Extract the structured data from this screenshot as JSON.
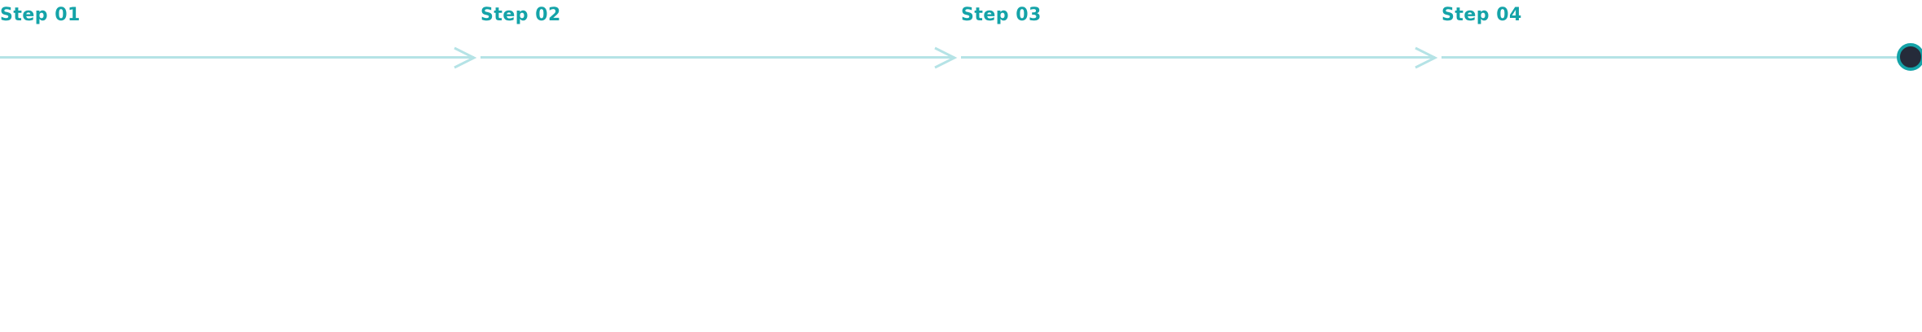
{
  "steps": [
    {
      "label": "Step 01"
    },
    {
      "label": "Step 02"
    },
    {
      "label": "Step 03"
    },
    {
      "label": "Step 04"
    }
  ],
  "colors": {
    "accent": "#14a3a8",
    "line": "#b5e3e6",
    "dot": "#252b3a"
  }
}
